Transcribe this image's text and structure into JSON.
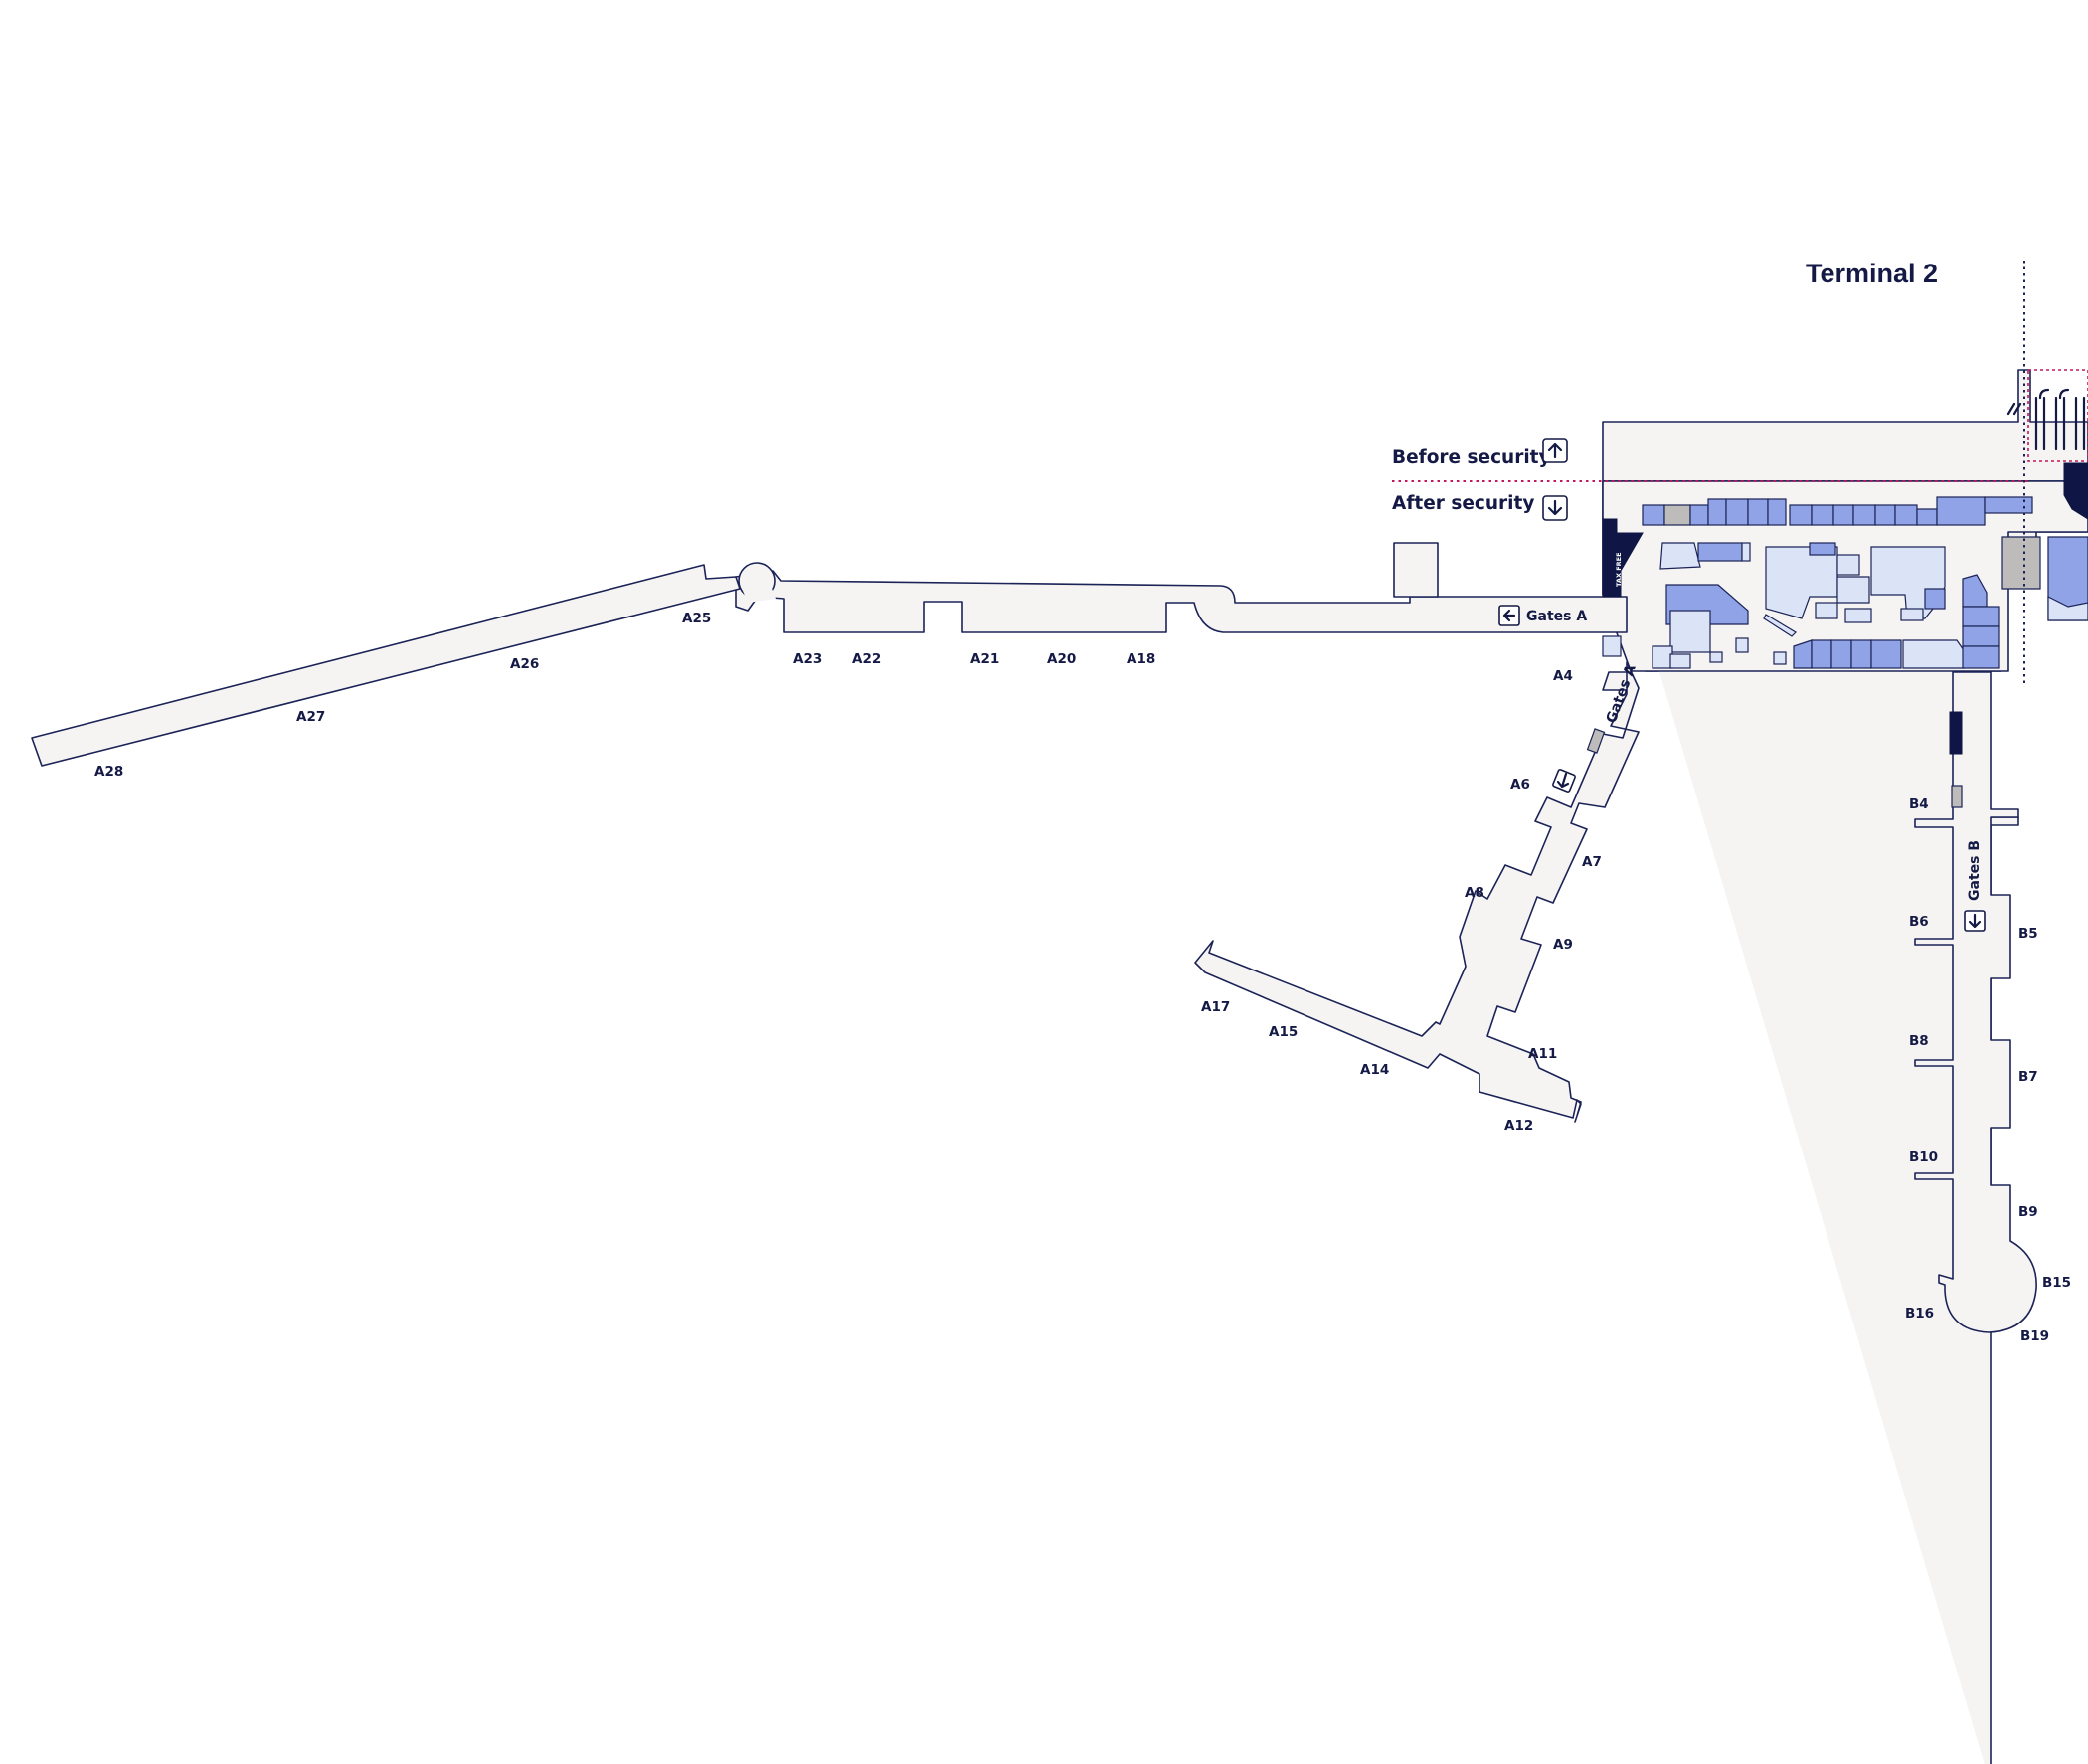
{
  "terminal": {
    "title": "Terminal 2"
  },
  "security": {
    "before_label": "Before security",
    "after_label": "After security",
    "before_icon": "arrow-up-icon",
    "after_icon": "arrow-down-icon",
    "line_color": "#c2185b"
  },
  "signs": {
    "gates_a": "Gates A",
    "gates_a_pier": "Gates A",
    "gates_b": "Gates B",
    "tax_free": "TAX FREE"
  },
  "gates": {
    "a4": "A4",
    "a6": "A6",
    "a7": "A7",
    "a8": "A8",
    "a9": "A9",
    "a11": "A11",
    "a12": "A12",
    "a14": "A14",
    "a15": "A15",
    "a17": "A17",
    "a18": "A18",
    "a20": "A20",
    "a21": "A21",
    "a22": "A22",
    "a23": "A23",
    "a25": "A25",
    "a26": "A26",
    "a27": "A27",
    "a28": "A28",
    "b4": "B4",
    "b5": "B5",
    "b6": "B6",
    "b7": "B7",
    "b8": "B8",
    "b9": "B9",
    "b10": "B10",
    "b15": "B15",
    "b16": "B16",
    "b19": "B19"
  },
  "colors": {
    "walkway": "#f5f4f2",
    "outline": "#1b2357",
    "shop": "#8fa3e6",
    "shop_light": "#dbe4f7",
    "service": "#bdbcba",
    "dark": "#0f1645"
  }
}
